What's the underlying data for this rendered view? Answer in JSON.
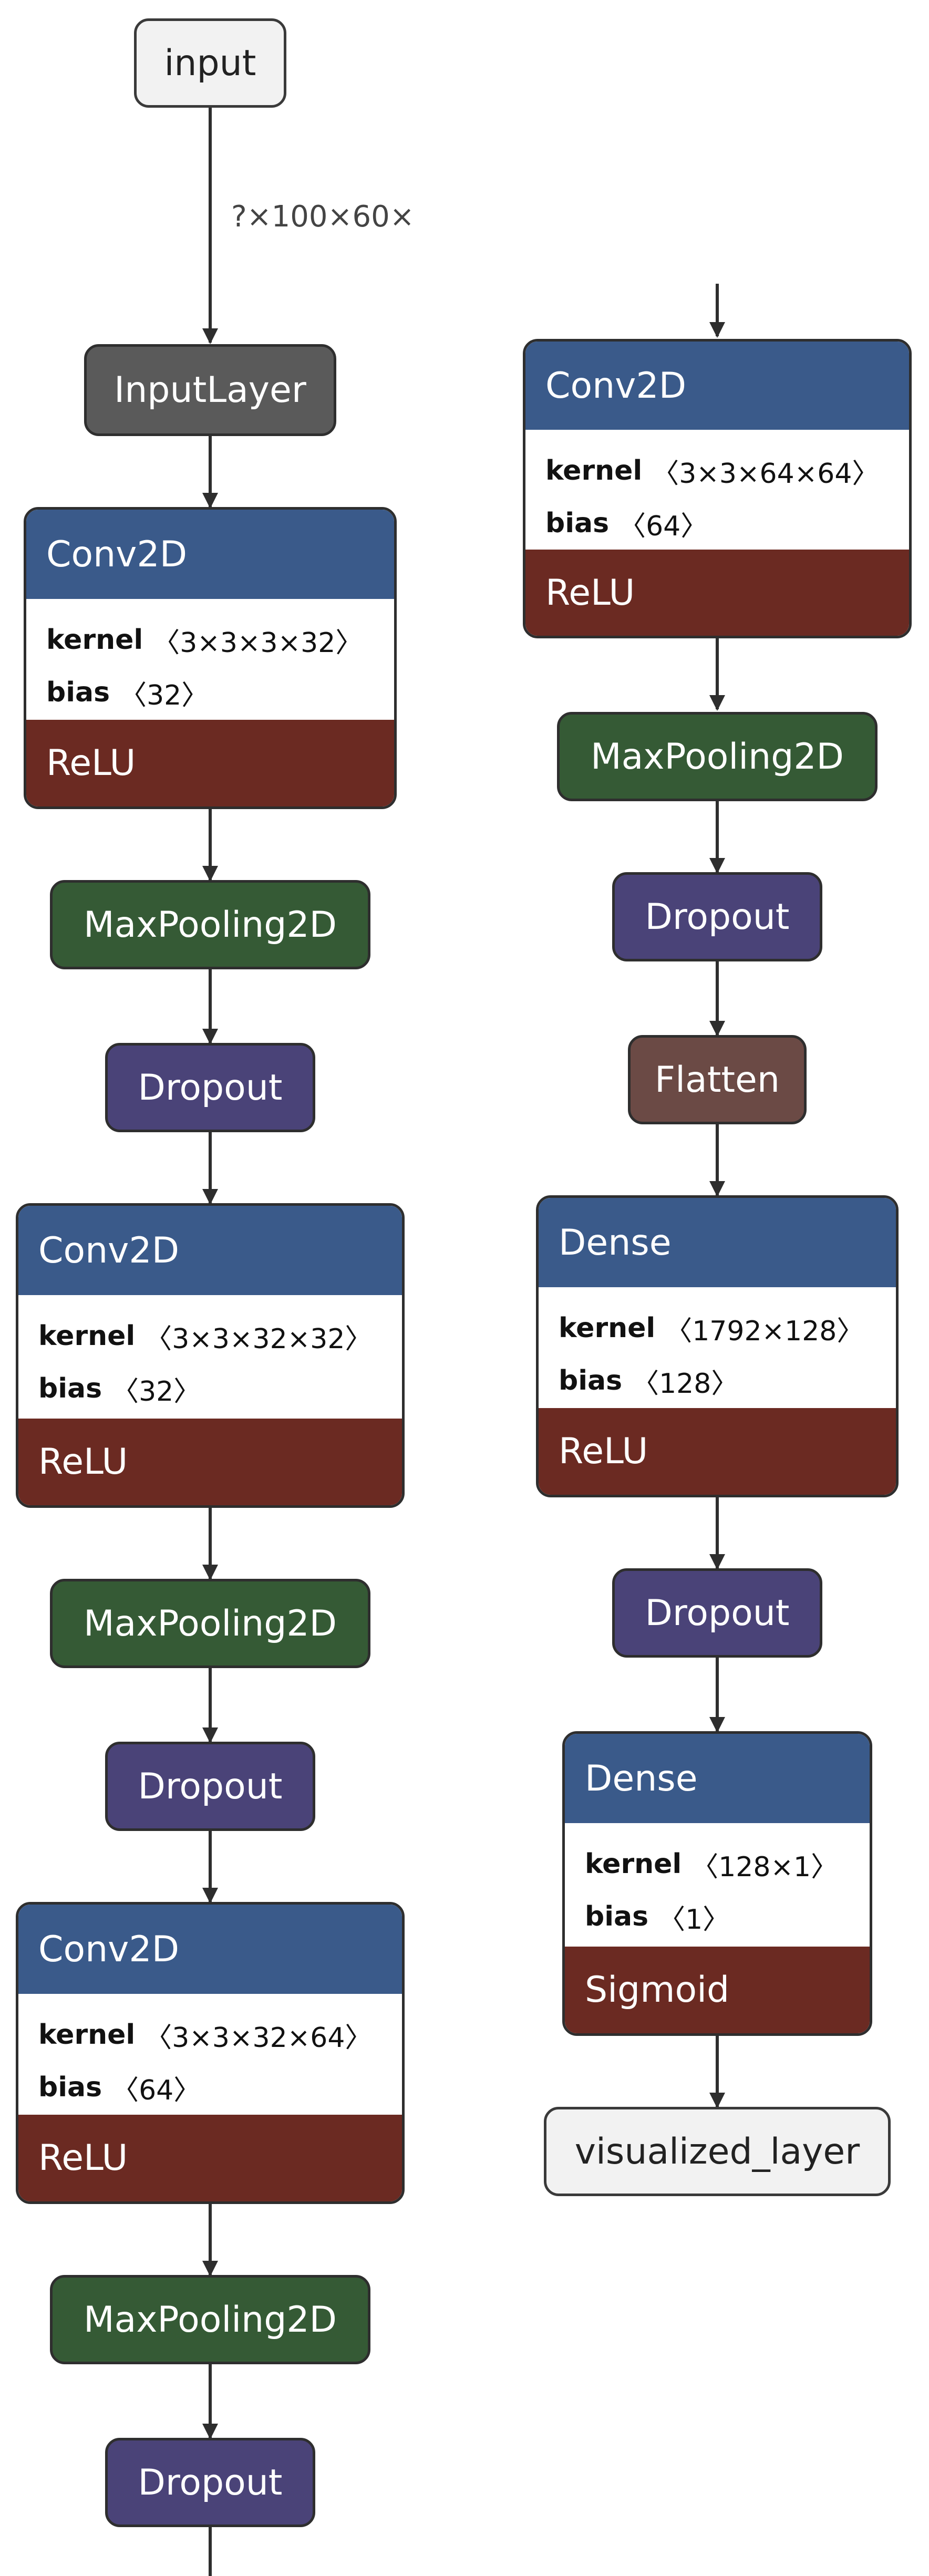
{
  "shape_label": "?×100×60×",
  "nodes": {
    "input": "input",
    "inputlayer": "InputLayer",
    "conv1": {
      "title": "Conv2D",
      "kernel_key": "kernel",
      "kernel": "〈3×3×3×32〉",
      "bias_key": "bias",
      "bias": "〈32〉",
      "activation": "ReLU"
    },
    "pool1": "MaxPooling2D",
    "drop1": "Dropout",
    "conv2": {
      "title": "Conv2D",
      "kernel_key": "kernel",
      "kernel": "〈3×3×32×32〉",
      "bias_key": "bias",
      "bias": "〈32〉",
      "activation": "ReLU"
    },
    "pool2": "MaxPooling2D",
    "drop2": "Dropout",
    "conv3": {
      "title": "Conv2D",
      "kernel_key": "kernel",
      "kernel": "〈3×3×32×64〉",
      "bias_key": "bias",
      "bias": "〈64〉",
      "activation": "ReLU"
    },
    "pool3": "MaxPooling2D",
    "drop3": "Dropout",
    "conv4": {
      "title": "Conv2D",
      "kernel_key": "kernel",
      "kernel": "〈3×3×64×64〉",
      "bias_key": "bias",
      "bias": "〈64〉",
      "activation": "ReLU"
    },
    "pool4": "MaxPooling2D",
    "drop4": "Dropout",
    "flatten": "Flatten",
    "dense1": {
      "title": "Dense",
      "kernel_key": "kernel",
      "kernel": "〈1792×128〉",
      "bias_key": "bias",
      "bias": "〈128〉",
      "activation": "ReLU"
    },
    "drop5": "Dropout",
    "dense2": {
      "title": "Dense",
      "kernel_key": "kernel",
      "kernel": "〈128×1〉",
      "bias_key": "bias",
      "bias": "〈1〉",
      "activation": "Sigmoid"
    },
    "output": "visualized_layer"
  },
  "colors": {
    "io_bg": "#f2f2f2",
    "inputlayer_bg": "#5a5a5a",
    "conv_header": "#3a5a8a",
    "activation_bg": "#6b2a22",
    "pool_bg": "#355a35",
    "dropout_bg": "#4a4378",
    "flatten_bg": "#6b4a45"
  }
}
